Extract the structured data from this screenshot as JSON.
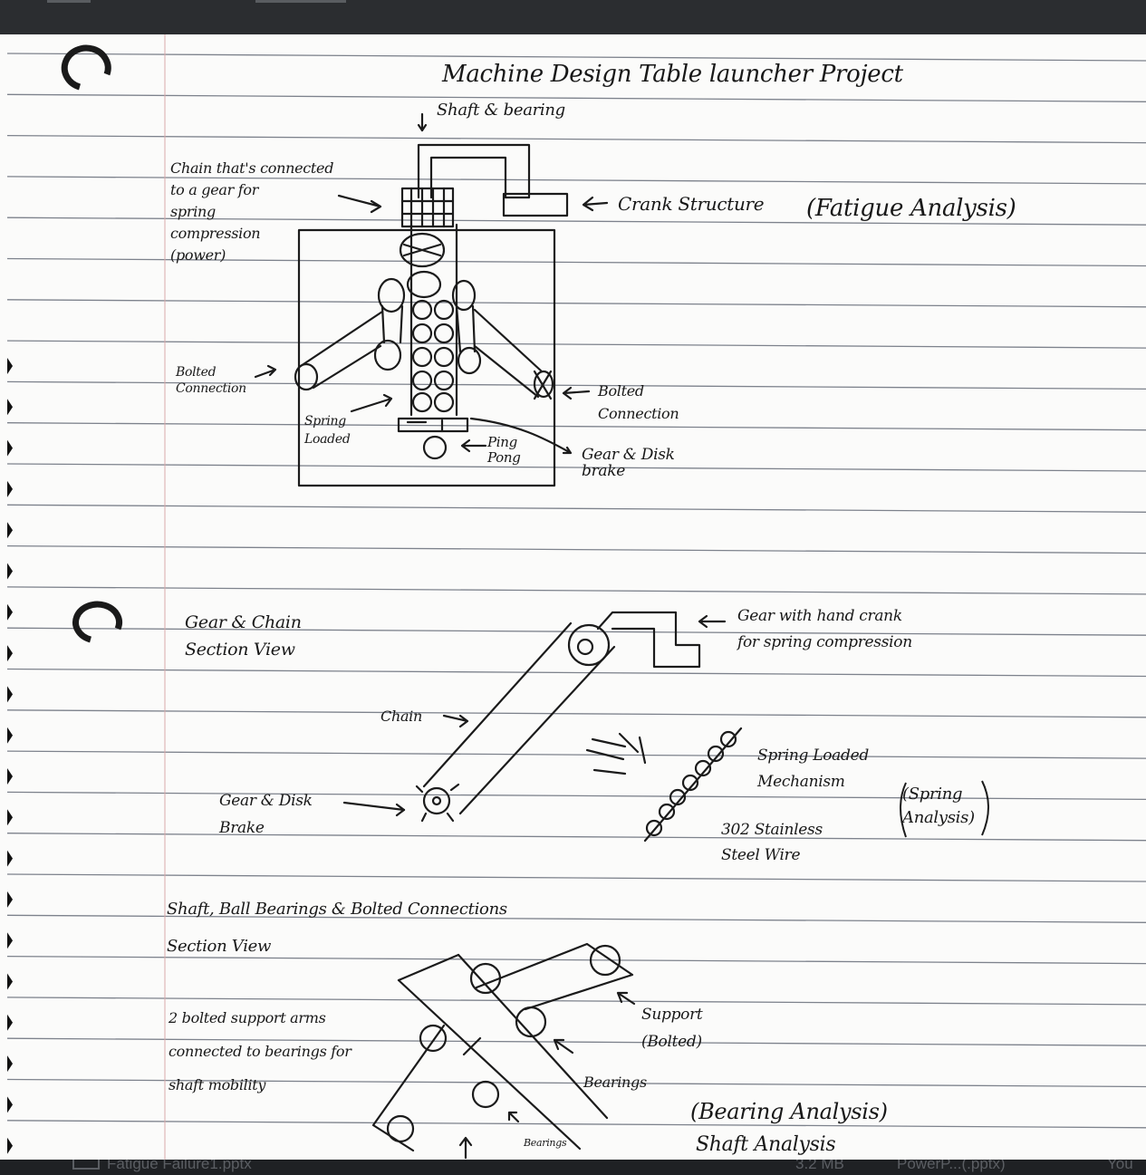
{
  "notebook": {
    "title": "Machine Design Table launcher Project",
    "sketch1": {
      "shaft_bearing": "Shaft & bearing",
      "chain_note": "Chain that's connected\nto a gear for\nspring\ncompression\n(power)",
      "crank": "Crank Structure",
      "fatigue": "(Fatigue Analysis)",
      "bolted_left": "Bolted\nConnection",
      "bolted_right": "Bolted\nConnection",
      "spring_loaded": "Spring\nLoaded",
      "ping_pong": "Ping\nPong",
      "gear_disk": "Gear & Disk\nbrake"
    },
    "sketch2": {
      "gear_chain": "Gear & Chain\nSection View",
      "gear_crank": "Gear with hand crank\nfor spring compression",
      "chain": "Chain",
      "gear_disk": "Gear & Disk\nBrake",
      "spring_mech": "Spring Loaded\nMechanism",
      "spring_analysis": "(Spring\nAnalysis)",
      "wire": "302 Stainless\nSteel Wire"
    },
    "sketch3": {
      "heading": "Shaft, Ball Bearings & Bolted Connections\nSection View",
      "support_note": "2 bolted support arms\nconnected to bearings for\nshaft mobility",
      "support": "Support\n(Bolted)",
      "bearings": "Bearings",
      "bearings_small": "Bearings",
      "bearing_analysis": "(Bearing Analysis)",
      "shaft_analysis": "Shaft Analysis"
    }
  },
  "download_bar": {
    "file_name": "Fatigue Failure1.pptx",
    "file_size": "3.2 MB",
    "file_type": "PowerP...(.pptx)",
    "owner": "You"
  },
  "colors": {
    "ink": "#181818",
    "rule_line": "#7d828c",
    "margin_line": "#d9a9a9",
    "page": "#fbfbfa",
    "chrome": "#2b2d30"
  }
}
